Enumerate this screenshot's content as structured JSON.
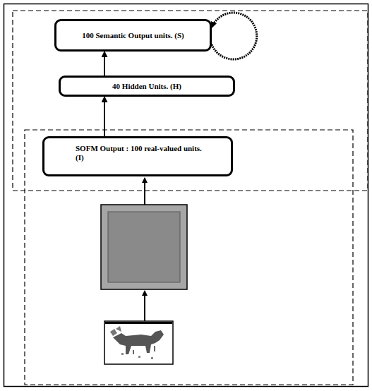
{
  "diagram": {
    "nodes": [
      {
        "text": [
          "100 Semantic Output units. (S)"
        ]
      },
      {
        "text": [
          "40 Hidden Units. (H)"
        ]
      },
      {
        "text": [
          "SOFM Output : 100 real-valued units. (I)"
        ]
      }
    ],
    "edges": [
      {
        "from": 2,
        "to": 1,
        "arrow": "to"
      },
      {
        "from": 1,
        "to": 0,
        "arrow": "to"
      },
      {
        "from": 0,
        "to": 0,
        "arrow": "to"
      }
    ]
  }
}
